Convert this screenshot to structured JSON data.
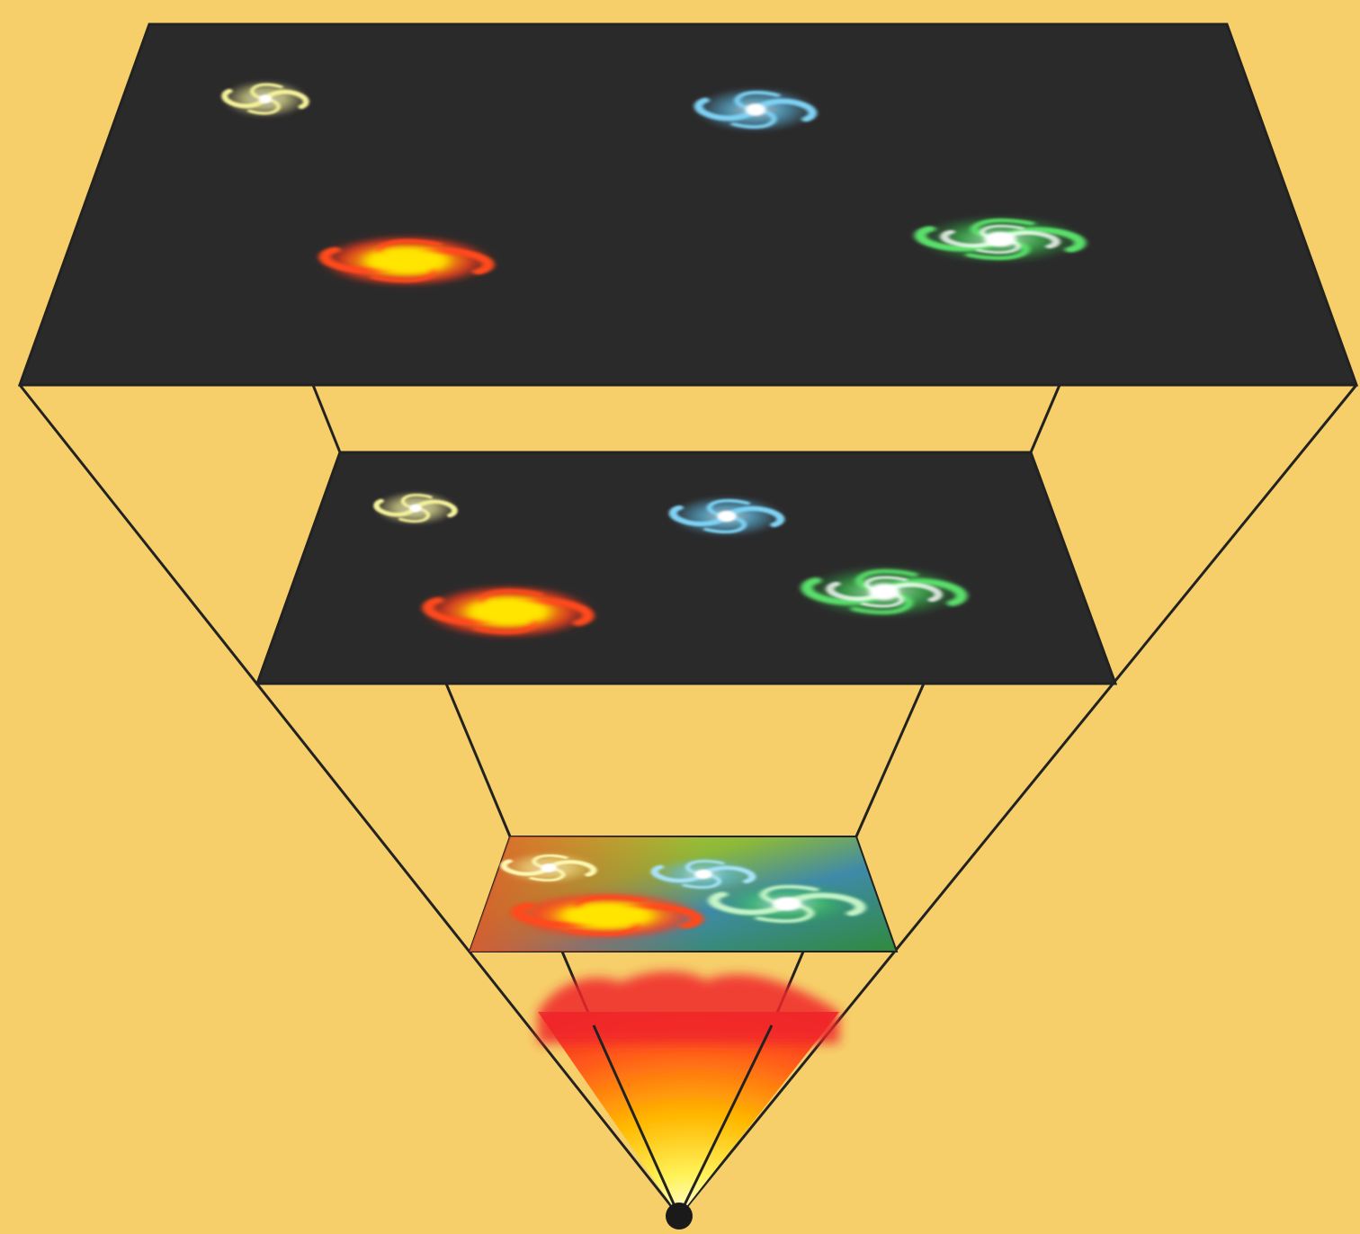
{
  "diagram": {
    "background_color": "#f6cf6a",
    "panel_color": "#2b2a2b",
    "line_color": "#222222",
    "galaxy_colors": {
      "yellow": "#f5f29a",
      "blue": "#61c4ee",
      "orange": "#ff6a1e",
      "green": "#44d35a"
    },
    "stages": [
      {
        "name": "present-universe",
        "galaxies": [
          "yellow",
          "blue",
          "orange",
          "green"
        ]
      },
      {
        "name": "earlier-universe",
        "galaxies": [
          "yellow",
          "blue",
          "orange",
          "green"
        ]
      },
      {
        "name": "early-galaxies",
        "galaxies": [
          "yellow",
          "blue",
          "orange",
          "green"
        ]
      },
      {
        "name": "primordial-fireball",
        "galaxies": []
      }
    ],
    "origin_point": "big-bang-point"
  }
}
